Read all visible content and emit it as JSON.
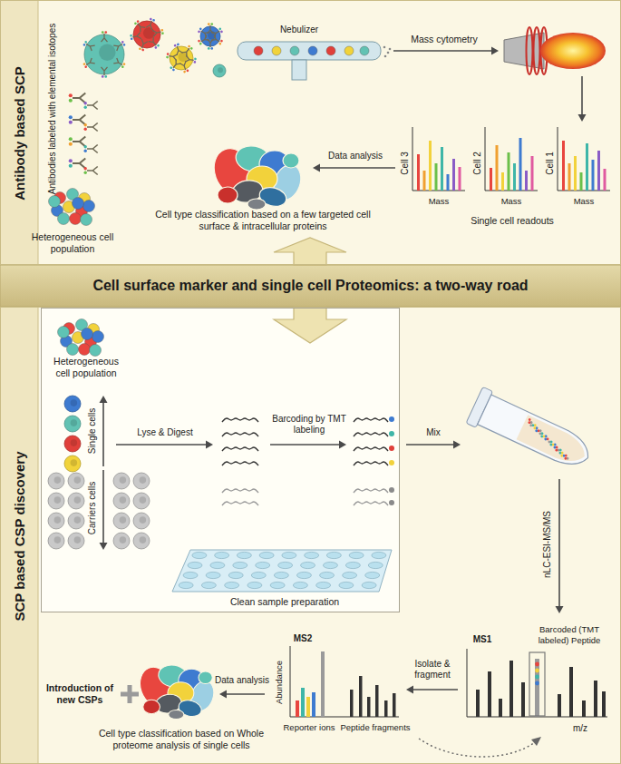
{
  "diagram": {
    "title": "Cell surface marker and single cell Proteomics: a two-way road",
    "nodes": [
      {
        "text": [
          "Antibody based SCP"
        ]
      },
      {
        "text": [
          "SCP based CSP discovery"
        ]
      },
      {
        "text": [
          "Clean sample preparation"
        ],
        "in": 1
      }
    ],
    "labels": [
      "Antibodies labeled with elemental isotopes",
      "Heterogeneous cell population",
      "Nebulizer",
      "Mass cytometry",
      "Cell 3",
      "Cell 2",
      "Cell 1",
      "Mass",
      "Mass",
      "Mass",
      "Single cell readouts",
      "Data analysis",
      "Cell type classification based on a few targeted cell surface & intracellular proteins",
      "Heterogeneous cell population",
      "Single cells",
      "Carriers cells",
      "Lyse & Digest",
      "Barcoding by TMT labeling",
      "Mix",
      "nLC-ESI-MS/MS",
      "MS1",
      "Barcoded (TMT labeled) Peptide",
      "m/z",
      "Isolate & fragment",
      "MS2",
      "Abundance",
      "Reporter ions",
      "Peptide fragments",
      "Data analysis",
      "Introduction of new CSPs",
      "Cell type classification based on Whole proteome analysis of single cells"
    ]
  }
}
